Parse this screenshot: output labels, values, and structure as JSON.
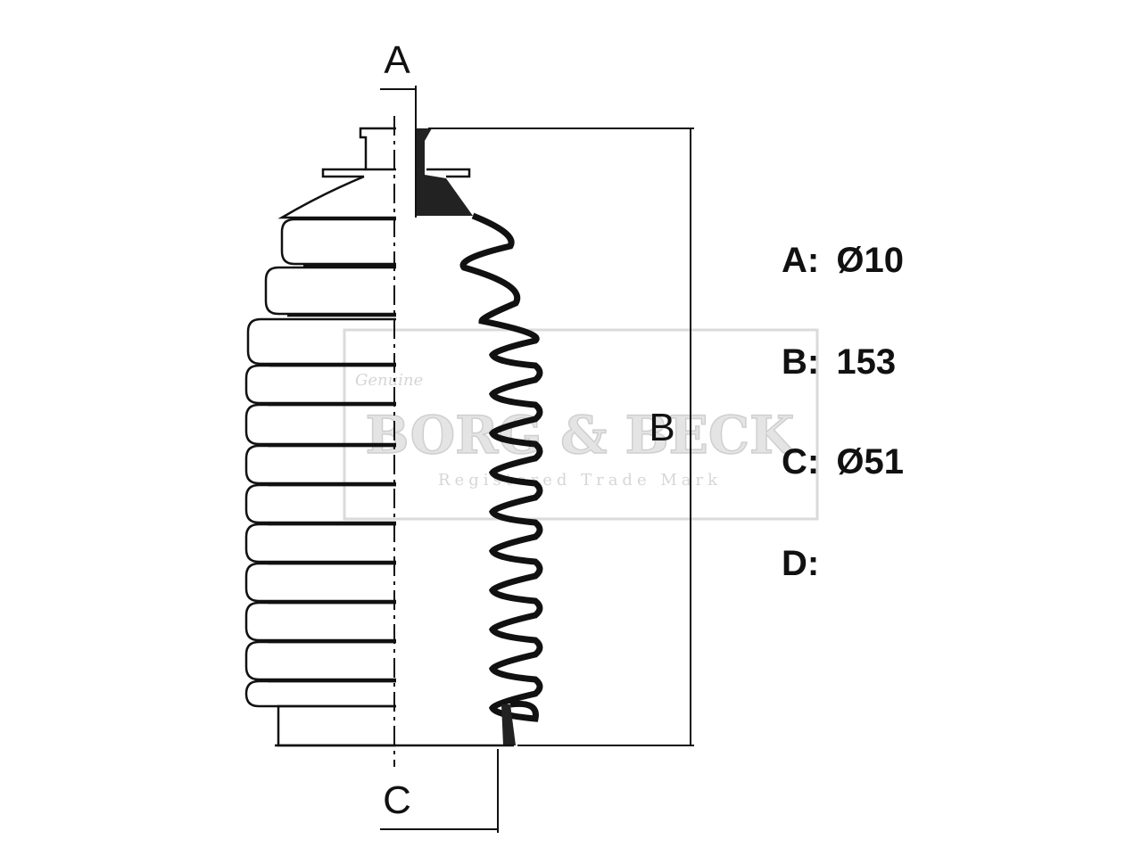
{
  "diagram": {
    "labels": {
      "a": "A",
      "b": "B",
      "c": "C"
    },
    "colors": {
      "line": "#111111",
      "fill": "#222222",
      "watermark": "#c9c9c9"
    }
  },
  "specs": [
    {
      "key": "A:",
      "value": "Ø10"
    },
    {
      "key": "B:",
      "value": "153"
    },
    {
      "key": "C:",
      "value": "Ø51"
    },
    {
      "key": "D:",
      "value": ""
    }
  ],
  "watermark": {
    "brand": "BORG & BECK",
    "tagline": "Registered Trade Mark",
    "script_word": "Genuine"
  }
}
